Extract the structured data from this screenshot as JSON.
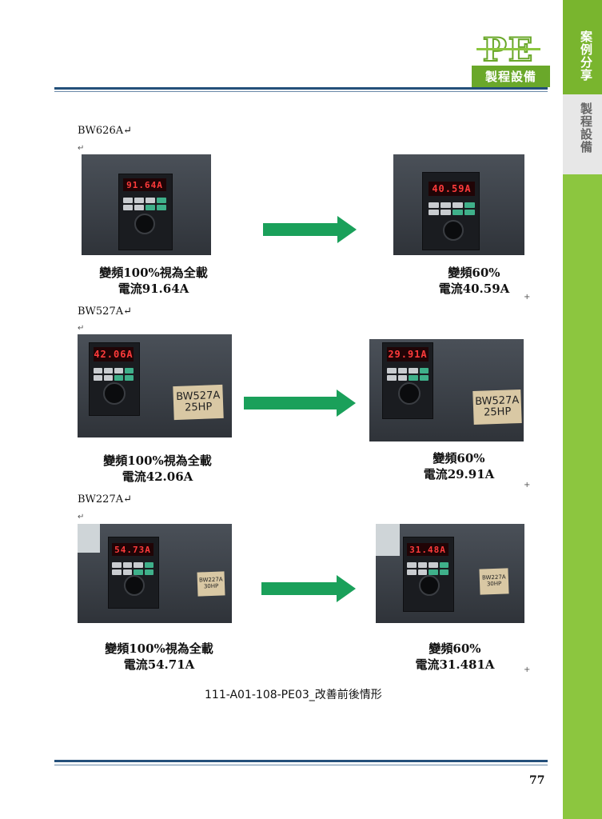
{
  "header": {
    "logo": "PE",
    "badge": "製程設備"
  },
  "sidebar": {
    "top_label": "案例分享",
    "section_label": "製程設備"
  },
  "return_mark": "↵",
  "small_mark": "+",
  "sections": [
    {
      "model": "BW626A↵",
      "before": {
        "display": "91.64A",
        "line1": "變頻100%視為全載",
        "line2": "電流91.64A"
      },
      "after": {
        "display": "40.59A",
        "line1": "變頻60%",
        "line2": "電流40.59A"
      }
    },
    {
      "model": "BW527A↵",
      "before": {
        "display": "42.06A",
        "line1": "變頻100%視為全載",
        "line2": "電流42.06A",
        "tag1": "BW527A",
        "tag2": "25HP"
      },
      "after": {
        "display": "29.91A",
        "line1": "變頻60%",
        "line2": "電流29.91A",
        "tag1": "BW527A",
        "tag2": "25HP"
      }
    },
    {
      "model": "BW227A↵",
      "before": {
        "display": "54.73A",
        "line1": "變頻100%視為全載",
        "line2": "電流54.71A",
        "tag1": "BW227A",
        "tag2": "30HP"
      },
      "after": {
        "display": "31.48A",
        "line1": "變頻60%",
        "line2": "電流31.481A",
        "tag1": "BW227A",
        "tag2": "30HP"
      }
    }
  ],
  "caption": "111-A01-108-PE03_改善前後情形",
  "page_number": "77"
}
